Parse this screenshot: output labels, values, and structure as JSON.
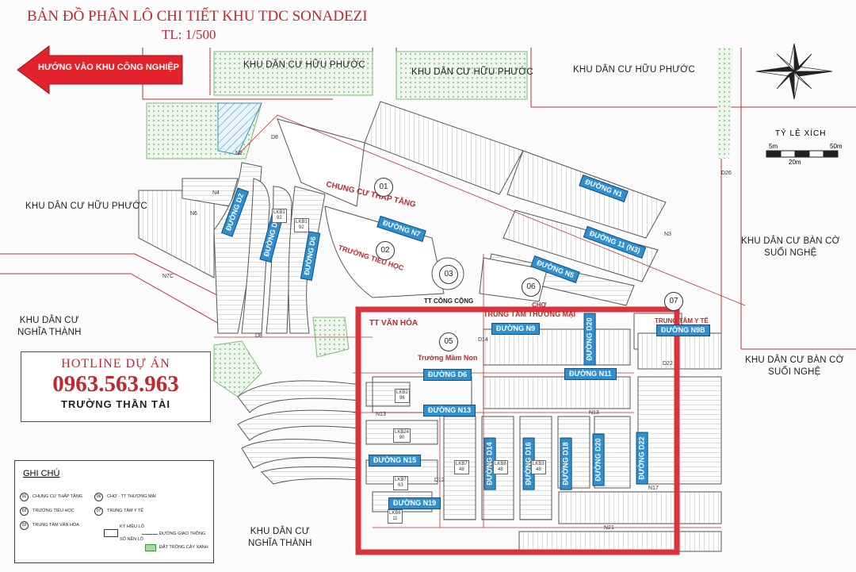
{
  "title": "BẢN ĐỒ PHÂN LÔ CHI TIẾT KHU TDC SONADEZI",
  "scale": "TL: 1/500",
  "direction_arrow": "HƯỚNG VÀO KHU CÔNG NGHIỆP",
  "scale_bar": {
    "title": "TỶ LỆ XÍCH",
    "left": "5m",
    "right": "50m",
    "bottom": "20m"
  },
  "areas": {
    "huu_phuoc_1": "KHU DÂN CƯ HỮU PHƯỚC",
    "huu_phuoc_2": "KHU DÂN CƯ HỮU PHƯỚC",
    "huu_phuoc_3": "KHU DÂN CƯ HỮU PHƯỚC",
    "huu_phuoc_4": "KHU DÂN CƯ HỮU PHƯỚC",
    "ban_co_1": "KHU DÂN CƯ BÀN CỜ\nSUỐI NGHỆ",
    "ban_co_2": "KHU DÂN CƯ BÀN CỜ\nSUỐI NGHỆ",
    "nghia_thanh_1": "KHU DÂN CƯ\nNGHĨA THÀNH",
    "nghia_thanh_2": "KHU DÂN CƯ\nNGHĨA THÀNH"
  },
  "roads": {
    "d2": "ĐƯỜNG D2",
    "d4": "ĐƯỜNG D4",
    "d6v": "ĐƯỜNG D6",
    "n7": "ĐƯỜNG N7",
    "n1": "ĐƯỜNG N1",
    "n11top": "ĐƯỜNG 11 (N3)",
    "n5": "ĐƯỜNG N5",
    "n9": "ĐƯỜNG N9",
    "d20": "ĐƯỜNG D20",
    "n9b": "ĐƯỜNG N9B",
    "n11": "ĐƯỜNG N11",
    "d6": "ĐƯỜNG D6",
    "n13": "ĐƯỜNG N13",
    "n15": "ĐƯỜNG N15",
    "n19": "ĐƯỜNG N19",
    "d14": "ĐƯỜNG D14",
    "d16": "ĐƯỜNG D16",
    "d18": "ĐƯỜNG D18",
    "d20b": "ĐƯỜNG D20",
    "d22": "ĐƯỜNG D22"
  },
  "facilities": {
    "chungcu": "CHUNG CƯ THẤP TẦNG",
    "truongtieuhoc": "TRƯỜNG TIỂU HỌC",
    "ttcongcong": "TT CÔNG CỘNG",
    "ttvanhoa": "TT VĂN HÓA",
    "truongmamnon": "Trường Mầm Non",
    "trungtamthuongmai": "TRUNG TÂM THƯƠNG MẠI",
    "trungtamyte": "TRUNG TÂM Y TẾ",
    "cho": "CHỢ"
  },
  "circles": {
    "c01": "01",
    "c02": "02",
    "c03": "03",
    "c05": "05",
    "c06": "06",
    "c07": "07"
  },
  "lots": {
    "lkb1": "LKB1\n92",
    "lkb1b": "LKB1\n92",
    "lkb2": "LKB2\n96",
    "lkb3": "LKB24\n90",
    "lkb7": "LKB7\n63",
    "lkb6": "LKB6\n11",
    "lkb8": "LKB8\n48",
    "lkb9": "LKB7\n48",
    "lkb10": "LKB3\n48"
  },
  "road_codes": {
    "n2": "N2",
    "n4": "N4",
    "n6": "N6",
    "n7c": "N7C",
    "d8": "D8",
    "n13a": "N13",
    "n13b": "N13",
    "n17": "N17",
    "n21": "N21",
    "d12": "D12",
    "d14": "D14",
    "d22": "D22",
    "d26": "D26",
    "n3": "N3",
    "d8b": "D8"
  },
  "hotline": {
    "label": "HOTLINE DỰ ÁN",
    "phone": "0963.563.963",
    "name": "TRƯỜNG THẦN TÀI"
  },
  "legend": {
    "title": "GHI CHÚ",
    "items": [
      {
        "code": "01",
        "text": "CHUNG CƯ THẤP TẦNG"
      },
      {
        "code": "02",
        "text": "TRƯỜNG TIỂU HỌC"
      },
      {
        "code": "03",
        "text": "TRUNG TÂM VĂN HÓA"
      },
      {
        "code": "06",
        "text": "CHỢ - TT THƯƠNG MẠI"
      },
      {
        "code": "07",
        "text": "TRUNG TÂM Y TẾ"
      }
    ],
    "kyhieu": "KÝ HIỆU LÔ",
    "sonen": "SỐ NỀN LÔ",
    "giaothong": "ĐƯỜNG GIAO THÔNG",
    "cayxanh": "ĐẤT TRỒNG CÂY XANH"
  },
  "colors": {
    "highlight": "#d9343d",
    "road_label": "#2f8fd0",
    "title": "#c0282d",
    "green": "#2f9a3a"
  }
}
